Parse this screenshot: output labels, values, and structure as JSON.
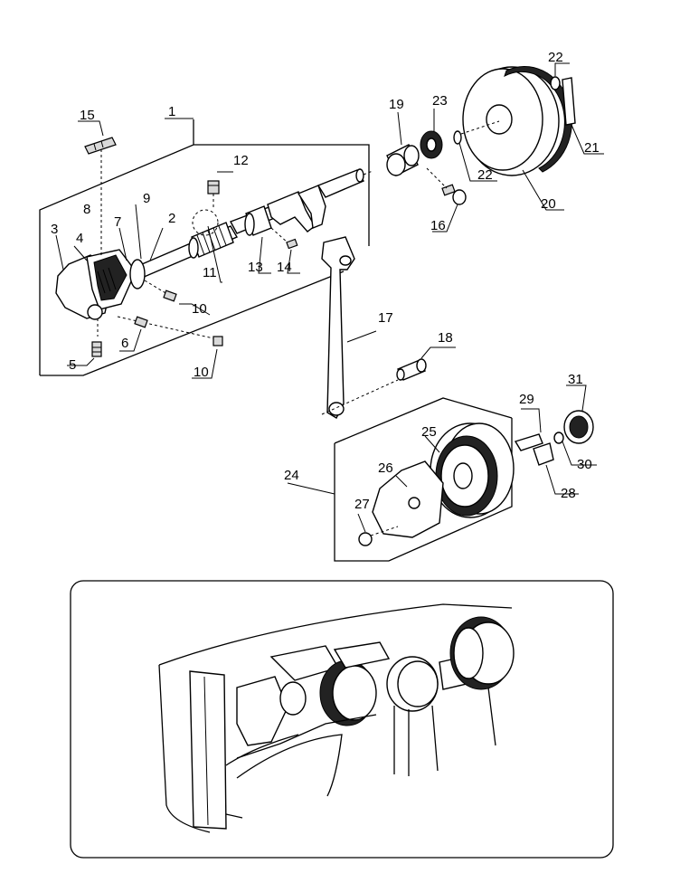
{
  "labels": {
    "p1": "1",
    "p2": "2",
    "p3": "3",
    "p4": "4",
    "p5": "5",
    "p6": "6",
    "p7": "7",
    "p8": "8",
    "p9": "9",
    "p10a": "10",
    "p10b": "10",
    "p11": "11",
    "p12": "12",
    "p13": "13",
    "p14": "14",
    "p15": "15",
    "p16": "16",
    "p17": "17",
    "p18": "18",
    "p19": "19",
    "p20": "20",
    "p21": "21",
    "p22a": "22",
    "p22b": "22",
    "p23": "23",
    "p24": "24",
    "p25": "25",
    "p26": "26",
    "p27": "27",
    "p28": "28",
    "p29": "29",
    "p30": "30",
    "p31": "31"
  }
}
